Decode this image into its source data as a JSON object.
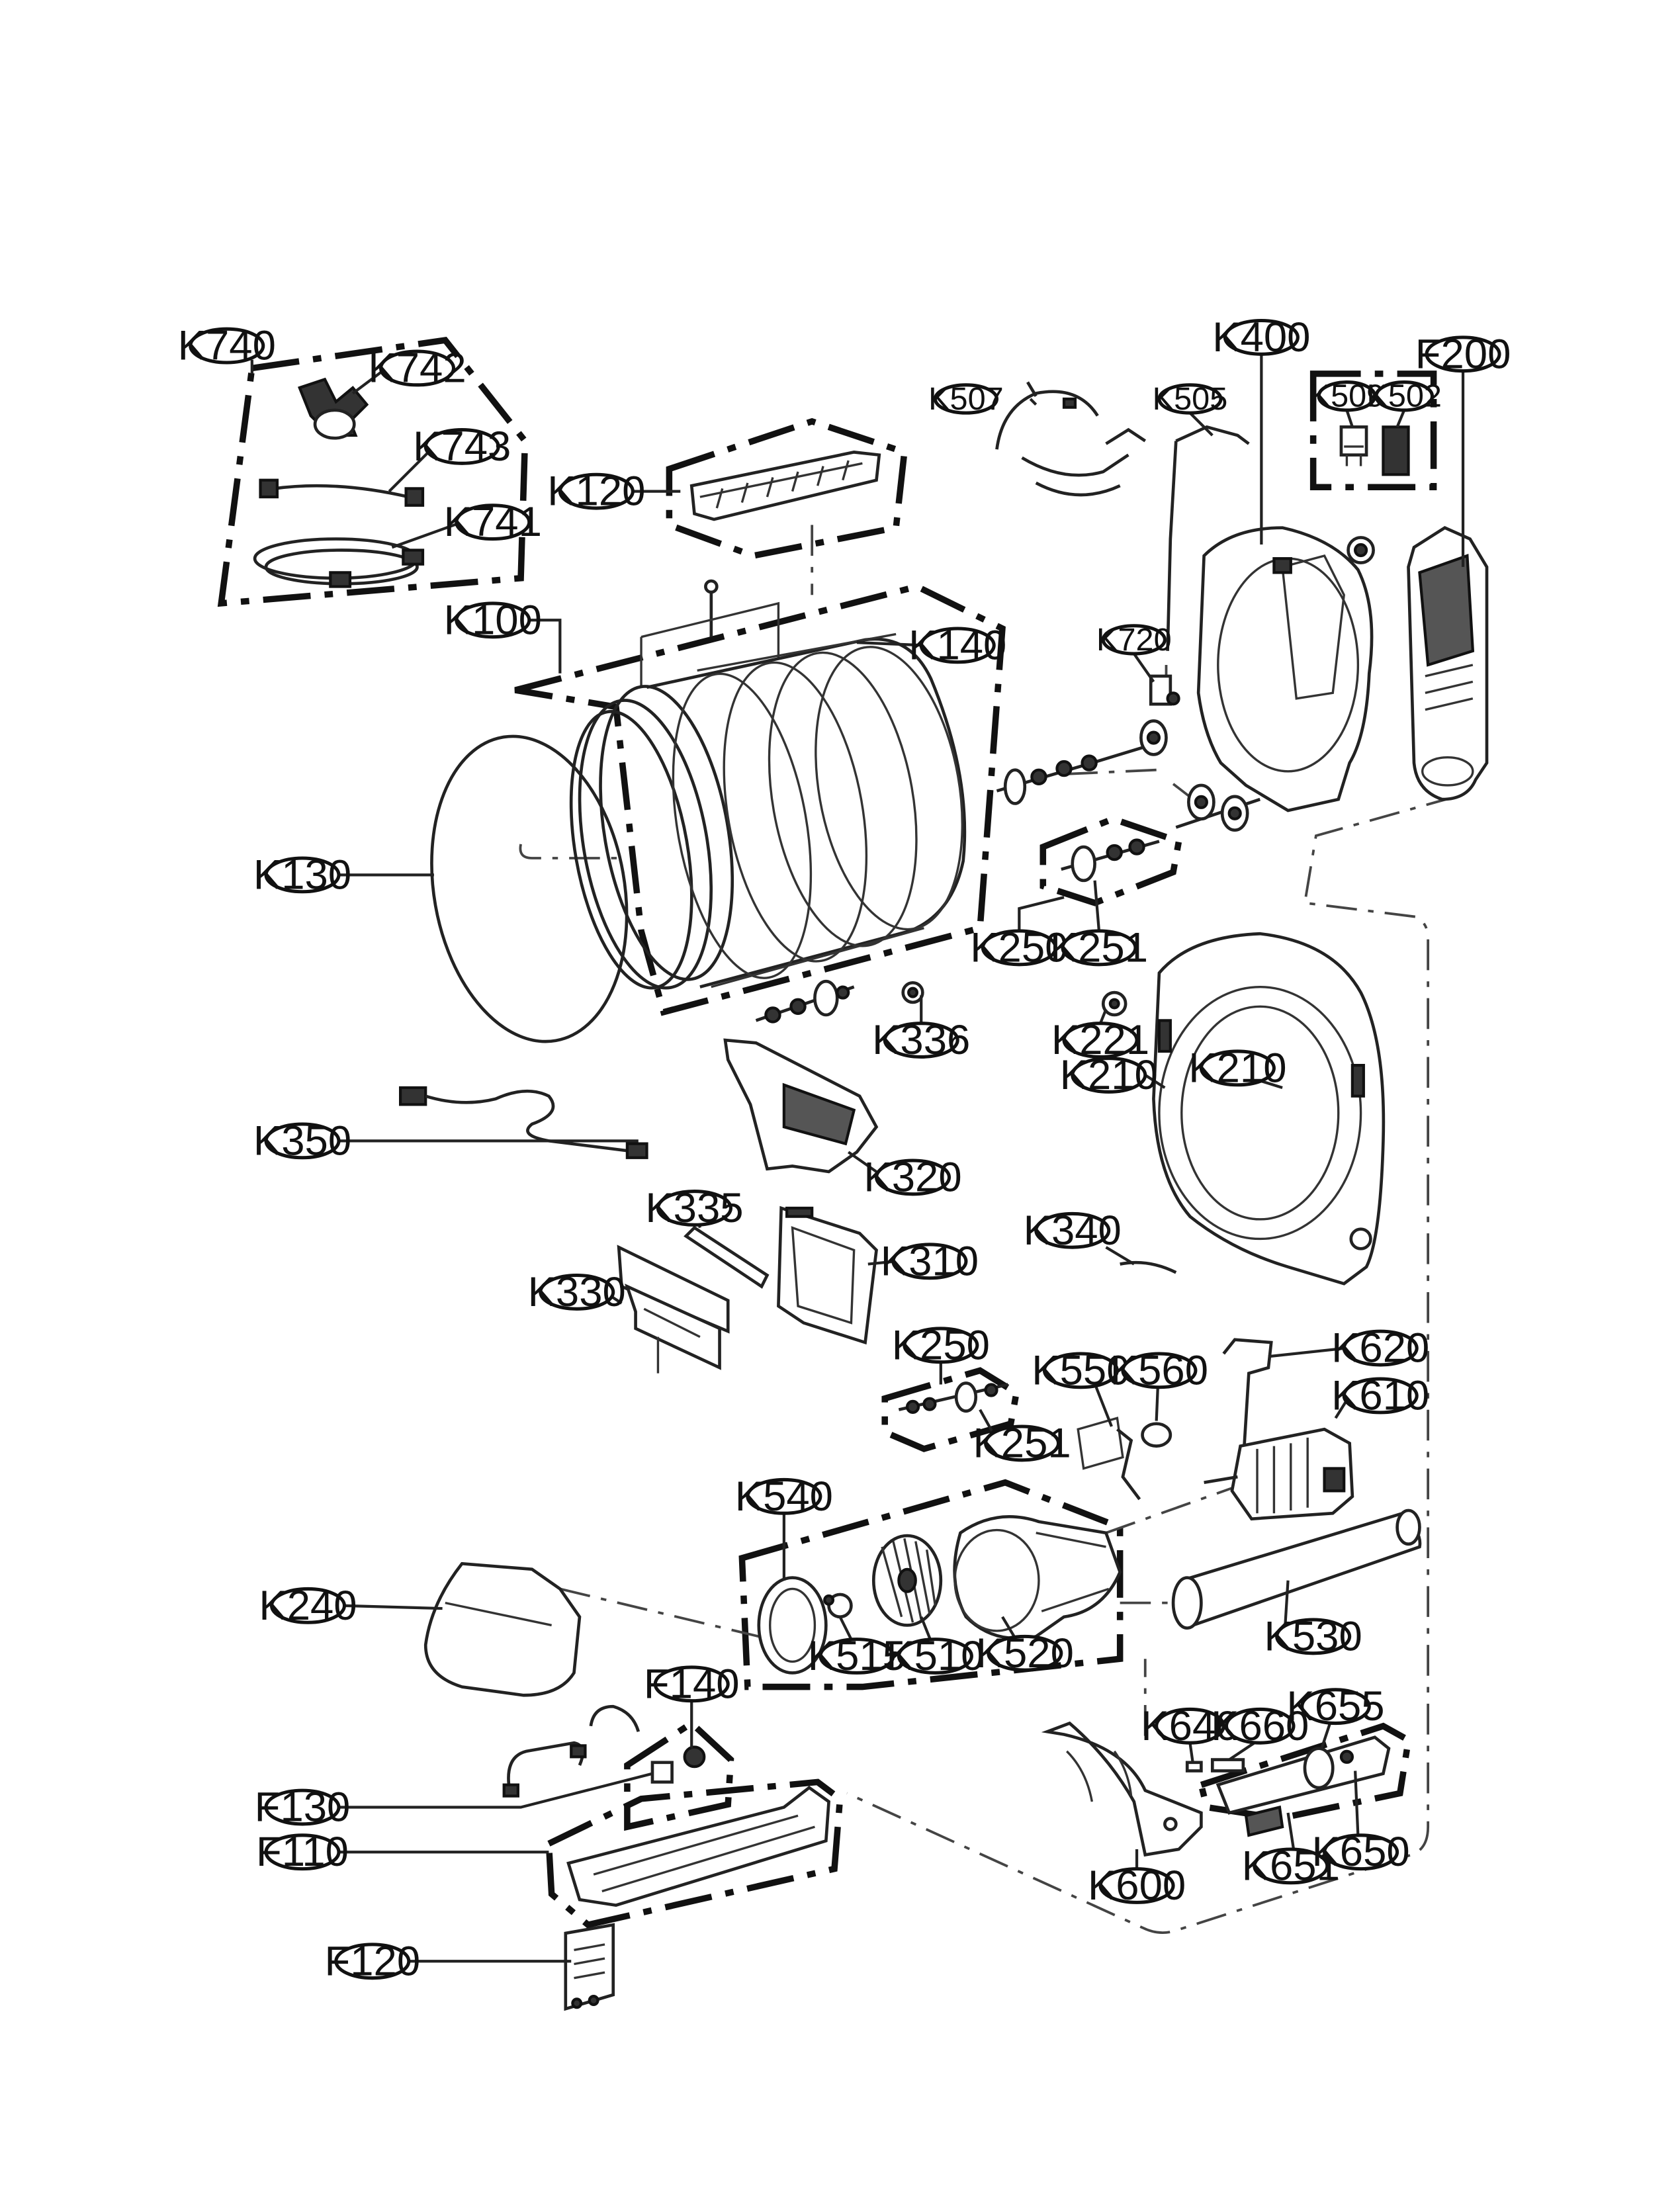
{
  "labels": {
    "K740": "K740",
    "K742": "K742",
    "K743": "K743",
    "K741": "K741",
    "K120": "K120",
    "K100": "K100",
    "K140": "K140",
    "K130": "K130",
    "K507": "K507",
    "K505": "K505",
    "K400": "K400",
    "K509": "K509",
    "K502": "K502",
    "F200": "F200",
    "K720": "K720",
    "K250a": "K250",
    "K251a": "K251",
    "K336": "K336",
    "K221": "K221",
    "K210a": "K210",
    "K210b": "K210",
    "K350": "K350",
    "K320": "K320",
    "K335": "K335",
    "K310": "K310",
    "K330": "K330",
    "K340": "K340",
    "K250b": "K250",
    "K251b": "K251",
    "K550": "K550",
    "K560": "K560",
    "K620": "K620",
    "K610": "K610",
    "K540": "K540",
    "K240": "K240",
    "K515": "K515",
    "K510": "K510",
    "K520": "K520",
    "K530": "K530",
    "F140": "F140",
    "K640": "K640",
    "K660": "K660",
    "K655": "K655",
    "F130": "F130",
    "F110": "F110",
    "K651": "K651",
    "K650": "K650",
    "K600": "K600",
    "F120": "F120"
  }
}
